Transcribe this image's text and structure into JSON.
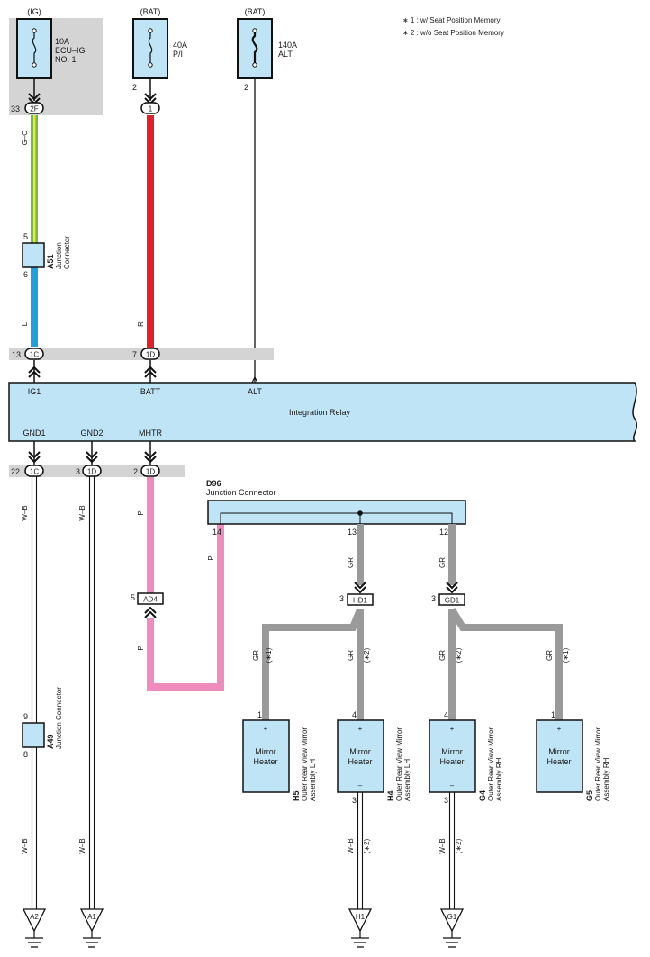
{
  "notes": {
    "n1": "∗ 1 : w/ Seat Position Memory",
    "n2": "∗ 2 : w/o Seat Position Memory"
  },
  "sources": {
    "ig": "(IG)",
    "bat1": "(BAT)",
    "bat2": "(BAT)"
  },
  "fuses": {
    "f1": {
      "amps": "10A",
      "name1": "ECU–IG",
      "name2": "NO. 1"
    },
    "f2": {
      "amps": "40A",
      "name1": "P/I"
    },
    "f3": {
      "amps": "140A",
      "name1": "ALT"
    }
  },
  "connectors": {
    "c2f": {
      "pin": "33",
      "id": "2F"
    },
    "c1": {
      "pin": "2",
      "id": "1"
    },
    "alt_pin": "2",
    "a51": {
      "id": "A51",
      "name1": "Junction",
      "name2": "Connector",
      "pin_in": "5",
      "pin_out": "6"
    },
    "c1c_top": {
      "pin": "13",
      "id": "1C"
    },
    "c1d_top": {
      "pin": "7",
      "id": "1D"
    },
    "c1c_bot": {
      "pin": "22",
      "id": "1C"
    },
    "c1d_bot1": {
      "pin": "3",
      "id": "1D"
    },
    "c1d_bot2": {
      "pin": "2",
      "id": "1D"
    },
    "d96": {
      "id": "D96",
      "name": "Junction Connector",
      "pin14": "14",
      "pin13": "13",
      "pin12": "12"
    },
    "ad4": {
      "pin": "5",
      "id": "AD4"
    },
    "hd1": {
      "pin": "3",
      "id": "HD1"
    },
    "gd1": {
      "pin": "3",
      "id": "GD1"
    },
    "a49": {
      "id": "A49",
      "name": "Junction Connector",
      "pin_in": "9",
      "pin_out": "8"
    }
  },
  "relay": {
    "name": "Integration Relay",
    "ig1": "IG1",
    "batt": "BATT",
    "alt": "ALT",
    "gnd1": "GND1",
    "gnd2": "GND2",
    "mhtr": "MHTR"
  },
  "wires": {
    "go": "G–O",
    "l": "L",
    "r": "R",
    "wb": "W–B",
    "p": "P",
    "gr": "GR"
  },
  "marks": {
    "s1": "(∗1)",
    "s2": "(∗2)"
  },
  "heaters": {
    "h5": {
      "id": "H5",
      "line1": "Outer Rear View Mirror",
      "line2": "Assembly LH",
      "pin": "1"
    },
    "h4": {
      "id": "H4",
      "line1": "Outer Rear View Mirror",
      "line2": "Assembly LH",
      "pin": "4",
      "pin_minus": "3"
    },
    "g4": {
      "id": "G4",
      "line1": "Outer Rear View Mirror",
      "line2": "Assembly RH",
      "pin": "4",
      "pin_minus": "3"
    },
    "g5": {
      "id": "G5",
      "line1": "Outer Rear View Mirror",
      "line2": "Assembly RH",
      "pin": "1"
    },
    "label1": "Mirror",
    "label2": "Heater",
    "plus": "+",
    "minus": "–"
  },
  "grounds": {
    "a2": "A2",
    "a1": "A1",
    "h1": "H1",
    "g1": "G1"
  },
  "colors": {
    "red": "#e3202a",
    "blue": "#1ea0e0",
    "pink": "#f08cbd",
    "gray": "#9a9a9a",
    "green": "#6cbf3f",
    "yellow": "#f3e23a",
    "lightblue": "#bfe4f5",
    "band": "#d4d4d4"
  }
}
